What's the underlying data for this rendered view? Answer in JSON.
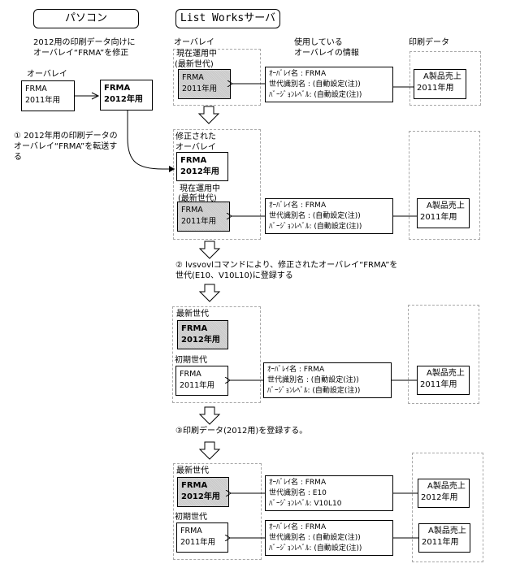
{
  "headers": {
    "pc": "パソコン",
    "server": "List Worksサーバ"
  },
  "left": {
    "caption_line1": "2012用の印刷データ向けに",
    "caption_line2": "オーバレイ“FRMA”を修正",
    "overlay_label": "オーバレイ",
    "old_overlay": {
      "name": "FRMA",
      "year": "2011年用"
    },
    "new_overlay": {
      "name": "FRMA",
      "year": "2012年用"
    },
    "step1_line1": "① 2012年用の印刷データの",
    "step1_line2": "オーバレイ“FRMA”を転送す",
    "step1_line3": "る"
  },
  "columns": {
    "overlay": "オーバレイ",
    "info_line1": "使用している",
    "info_line2": "オーバレイの情報",
    "print_data": "印刷データ"
  },
  "stage1": {
    "group_label_line1": "現在運用中",
    "group_label_line2": "(最新世代)",
    "overlay": {
      "name": "FRMA",
      "year": "2011年用"
    },
    "info": {
      "line1": "ｵｰﾊﾞﾚｲ名 : FRMA",
      "line2": "世代識別名 : (自動設定(注))",
      "line3": "ﾊﾞｰｼﾞｮﾝﾚﾍﾞﾙ: (自動設定(注))"
    },
    "print": {
      "line1": "A製品売上",
      "line2": "2011年用"
    }
  },
  "stage2": {
    "modified_label_line1": "修正された",
    "modified_label_line2": "オーバレイ",
    "modified_overlay": {
      "name": "FRMA",
      "year": "2012年用"
    },
    "group_label_line1": "現在運用中",
    "group_label_line2": "(最新世代)",
    "overlay": {
      "name": "FRMA",
      "year": "2011年用"
    },
    "info": {
      "line1": "ｵｰﾊﾞﾚｲ名 : FRMA",
      "line2": "世代識別名 : (自動設定(注))",
      "line3": "ﾊﾞｰｼﾞｮﾝﾚﾍﾞﾙ: (自動設定(注))"
    },
    "print": {
      "line1": "A製品売上",
      "line2": "2011年用"
    }
  },
  "step2": {
    "line1": "② lvsvovlコマンドにより、修正されたオーバレイ“FRMA”を",
    "line2": "世代(E10、V10L10)に登録する"
  },
  "stage3": {
    "latest_label": "最新世代",
    "latest_overlay": {
      "name": "FRMA",
      "year": "2012年用"
    },
    "initial_label": "初期世代",
    "initial_overlay": {
      "name": "FRMA",
      "year": "2011年用"
    },
    "info": {
      "line1": "ｵｰﾊﾞﾚｲ名 : FRMA",
      "line2": "世代識別名 : (自動設定(注))",
      "line3": "ﾊﾞｰｼﾞｮﾝﾚﾍﾞﾙ: (自動設定(注))"
    },
    "print": {
      "line1": "A製品売上",
      "line2": "2011年用"
    }
  },
  "step3": {
    "line1": "③印刷データ(2012用)を登録する。"
  },
  "stage4": {
    "latest_label": "最新世代",
    "latest_overlay": {
      "name": "FRMA",
      "year": "2012年用"
    },
    "initial_label": "初期世代",
    "initial_overlay": {
      "name": "FRMA",
      "year": "2011年用"
    },
    "info_latest": {
      "line1": "ｵｰﾊﾞﾚｲ名 : FRMA",
      "line2": "世代識別名 : E10",
      "line3": "ﾊﾞｰｼﾞｮﾝﾚﾍﾞﾙ: V10L10"
    },
    "info_initial": {
      "line1": "ｵｰﾊﾞﾚｲ名 : FRMA",
      "line2": "世代識別名 : (自動設定(注))",
      "line3": "ﾊﾞｰｼﾞｮﾝﾚﾍﾞﾙ: (自動設定(注))"
    },
    "print_latest": {
      "line1": "A製品売上",
      "line2": "2012年用"
    },
    "print_initial": {
      "line1": "A製品売上",
      "line2": "2011年用"
    }
  }
}
